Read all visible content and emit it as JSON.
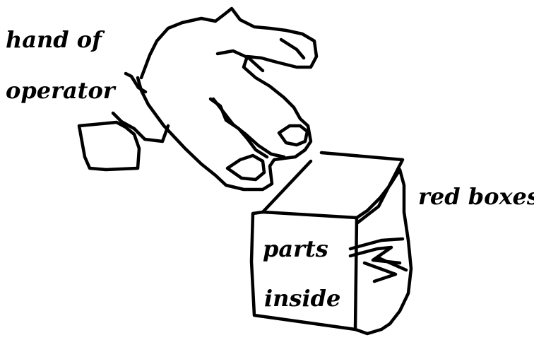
{
  "labels": {
    "hand_line1": "hand of",
    "hand_line2": "operator",
    "red_boxes": "red boxes",
    "parts_line1": "parts",
    "parts_line2": "inside"
  },
  "icons": [
    "hand-drawing",
    "box-drawing"
  ],
  "colors": {
    "ink": "#000000",
    "background": "#ffffff"
  }
}
